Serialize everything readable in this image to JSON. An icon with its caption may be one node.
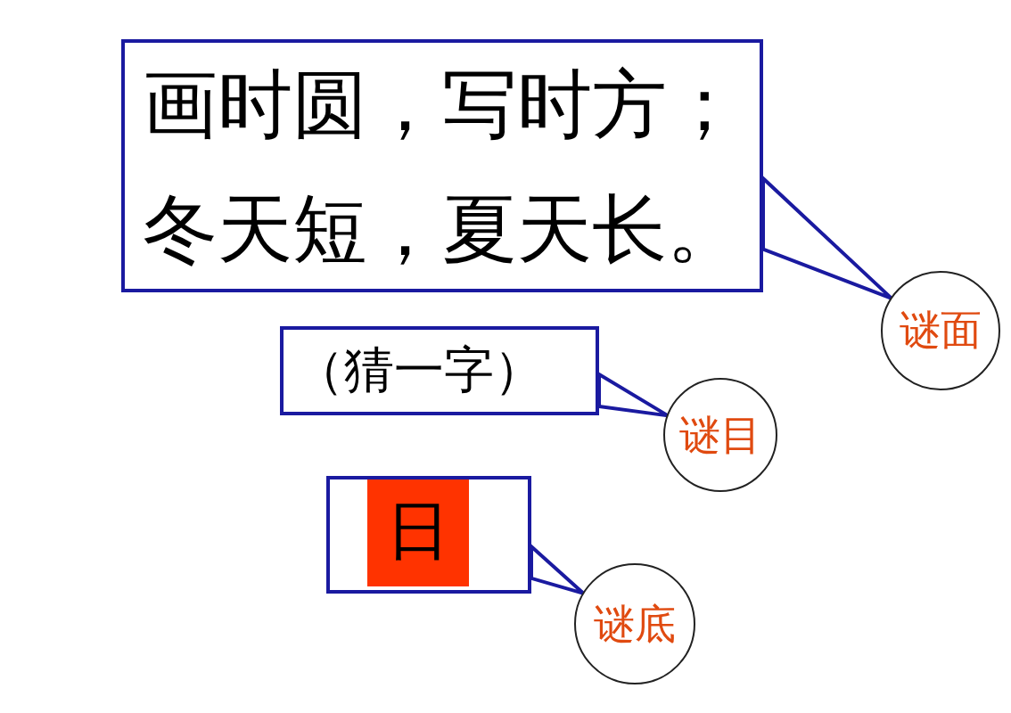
{
  "diagram": {
    "nodes": [
      {
        "text": [
          "画时圆，写时方；冬天短，夏天长。"
        ]
      },
      {
        "text": [
          "谜面"
        ]
      },
      {
        "text": [
          "（猜一字）"
        ]
      },
      {
        "text": [
          "谜目"
        ]
      },
      {
        "text": [
          "日"
        ]
      },
      {
        "text": [
          "谜底"
        ]
      }
    ],
    "edges": [
      {
        "from": 0,
        "to": 1,
        "arrow": "to"
      },
      {
        "from": 2,
        "to": 3,
        "arrow": "to"
      },
      {
        "from": 4,
        "to": 5,
        "arrow": "to"
      }
    ]
  }
}
